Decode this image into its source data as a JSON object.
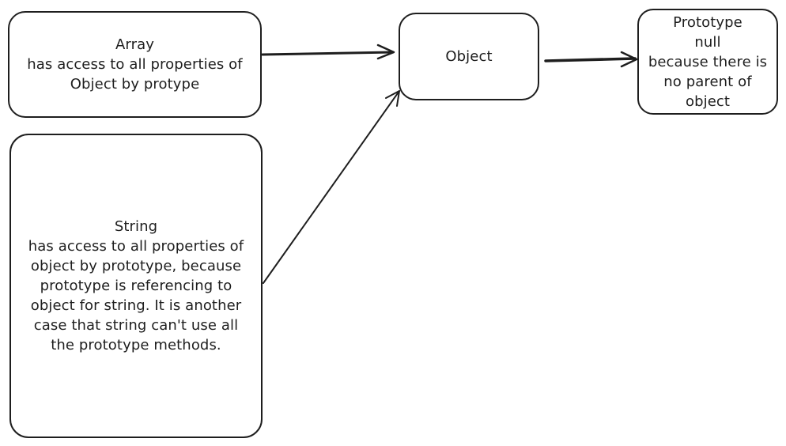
{
  "nodes": {
    "array": {
      "text": "Array\nhas access to all properties of\nObject by protype"
    },
    "string": {
      "text": "String\nhas access to all properties of\nobject by prototype, because\nprototype is referencing to\nobject for string. It is another\ncase that string can't use all\nthe prototype methods."
    },
    "object": {
      "text": "Object"
    },
    "prototype": {
      "text": "Prototype\nnull\nbecause there is\nno parent of\nobject"
    }
  },
  "edges": [
    {
      "from": "array",
      "to": "object"
    },
    {
      "from": "string",
      "to": "object"
    },
    {
      "from": "object",
      "to": "prototype"
    }
  ],
  "colors": {
    "stroke": "#1e1e1e",
    "background": "#ffffff"
  }
}
